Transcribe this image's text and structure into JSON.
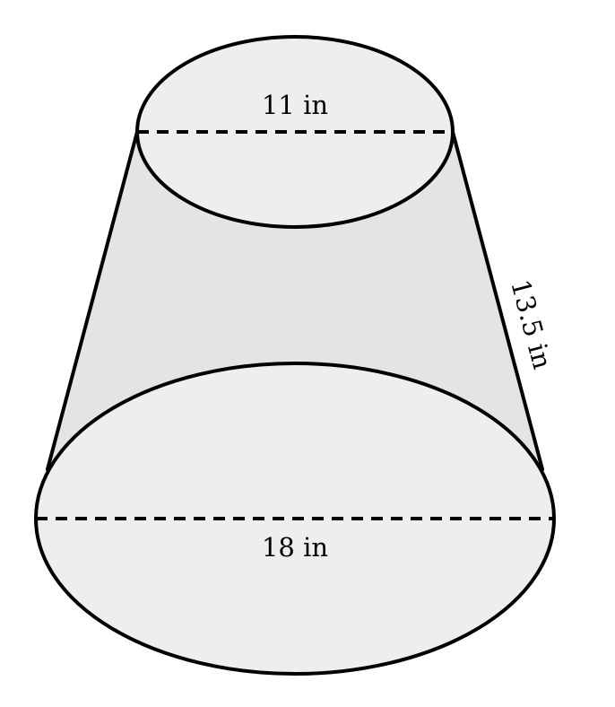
{
  "diagram": {
    "top_diameter_label": "11 in",
    "bottom_diameter_label": "18 in",
    "slant_height_label": "13.5 in"
  },
  "colors": {
    "face_fill": "#eeeeee",
    "side_fill": "#e4e4e4",
    "stroke": "#000000",
    "background": "#ffffff"
  }
}
